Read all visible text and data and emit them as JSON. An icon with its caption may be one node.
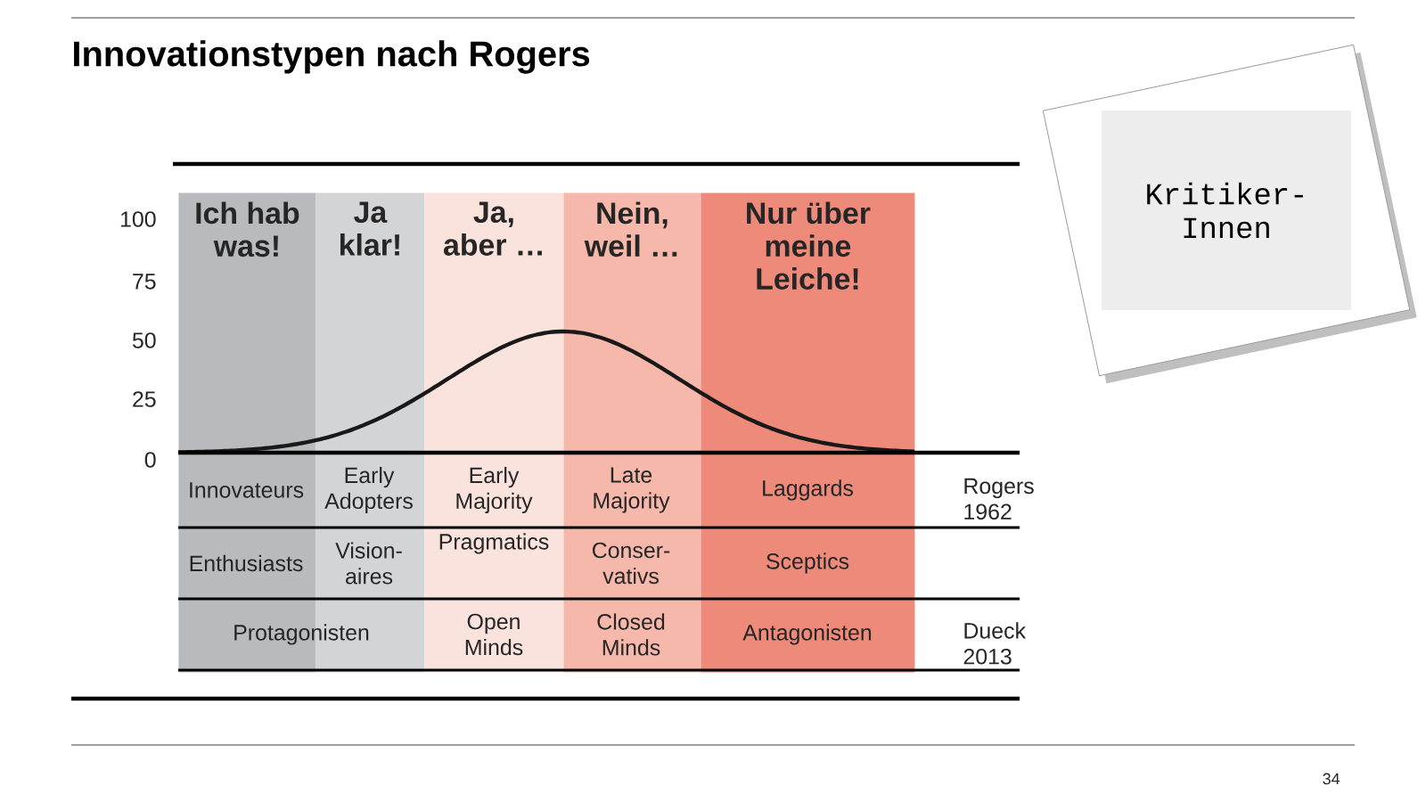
{
  "diagram": {
    "title": "Innovationstypen nach Rogers",
    "nodes": [
      {
        "text": [
          "Ich hab was!"
        ]
      },
      {
        "text": [
          "Ja klar!"
        ]
      },
      {
        "text": [
          "Ja, aber …"
        ]
      },
      {
        "text": [
          "Nein, weil …"
        ]
      },
      {
        "text": [
          "Nur über meine Leiche!"
        ]
      },
      {
        "text": [
          "Kritiker- Innen"
        ]
      }
    ],
    "labels": [
      "100",
      "75",
      "50",
      "25",
      "0",
      "Innovateurs",
      "Early Adopters",
      "Early Majority",
      "Late Majority",
      "Laggards",
      "Rogers 1962",
      "Enthusiasts",
      "Vision- aires",
      "Pragmatics",
      "Conser- vativs",
      "Sceptics",
      "Protagonisten",
      "Open Minds",
      "Closed Minds",
      "Antagonisten",
      "Dueck 2013",
      "34"
    ]
  }
}
